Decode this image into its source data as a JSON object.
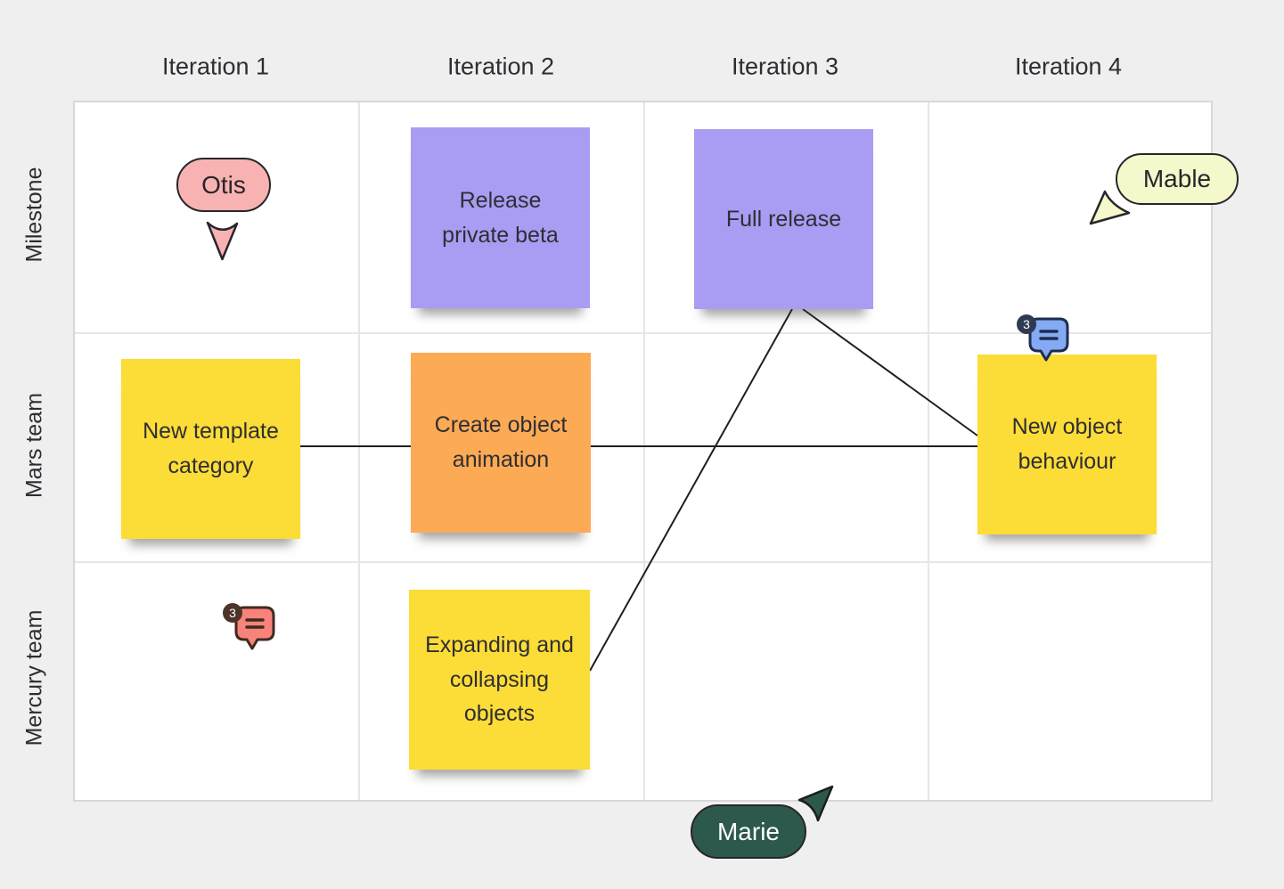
{
  "board": {
    "columns": [
      {
        "label": "Iteration 1"
      },
      {
        "label": "Iteration 2"
      },
      {
        "label": "Iteration 3"
      },
      {
        "label": "Iteration 4"
      }
    ],
    "rows": [
      {
        "label": "Milestone"
      },
      {
        "label": "Mars team"
      },
      {
        "label": "Mercury team"
      }
    ]
  },
  "notes": [
    {
      "id": "release-private-beta",
      "text": "Release private beta",
      "color": "#a89df3",
      "row": "Milestone",
      "column": "Iteration 2"
    },
    {
      "id": "full-release",
      "text": "Full release",
      "color": "#a89df3",
      "row": "Milestone",
      "column": "Iteration 3"
    },
    {
      "id": "new-template-category",
      "text": "New template category",
      "color": "#fcdc37",
      "row": "Mars team",
      "column": "Iteration 1"
    },
    {
      "id": "create-object-animation",
      "text": "Create object animation",
      "color": "#fdaa55",
      "row": "Mars team",
      "column": "Iteration 2"
    },
    {
      "id": "new-object-behaviour",
      "text": "New object behaviour",
      "color": "#fcdc37",
      "row": "Mars team",
      "column": "Iteration 4"
    },
    {
      "id": "expanding-collapsing-objects",
      "text": "Expanding and collapsing objects",
      "color": "#fcdc37",
      "row": "Mercury team",
      "column": "Iteration 2"
    }
  ],
  "connectors": [
    {
      "from": "new-template-category",
      "to": "create-object-animation"
    },
    {
      "from": "create-object-animation",
      "to": "new-object-behaviour"
    },
    {
      "from": "full-release",
      "to": "expanding-collapsing-objects"
    },
    {
      "from": "full-release",
      "to": "new-object-behaviour"
    }
  ],
  "cursors": [
    {
      "name": "Otis",
      "color": "#f9b2b2",
      "text_color": "#26262b"
    },
    {
      "name": "Mable",
      "color": "#f5f8ca",
      "text_color": "#26262b"
    },
    {
      "name": "Marie",
      "color": "#2d584c",
      "text_color": "#ffffff"
    }
  ],
  "comment_badges": [
    {
      "count": "3",
      "bubble_color": "#f8837b",
      "badge_color": "#4d332a",
      "location": "Mercury team / Iteration 1"
    },
    {
      "count": "3",
      "bubble_color": "#84aaf3",
      "badge_color": "#2f3a52",
      "location": "new-object-behaviour"
    }
  ]
}
